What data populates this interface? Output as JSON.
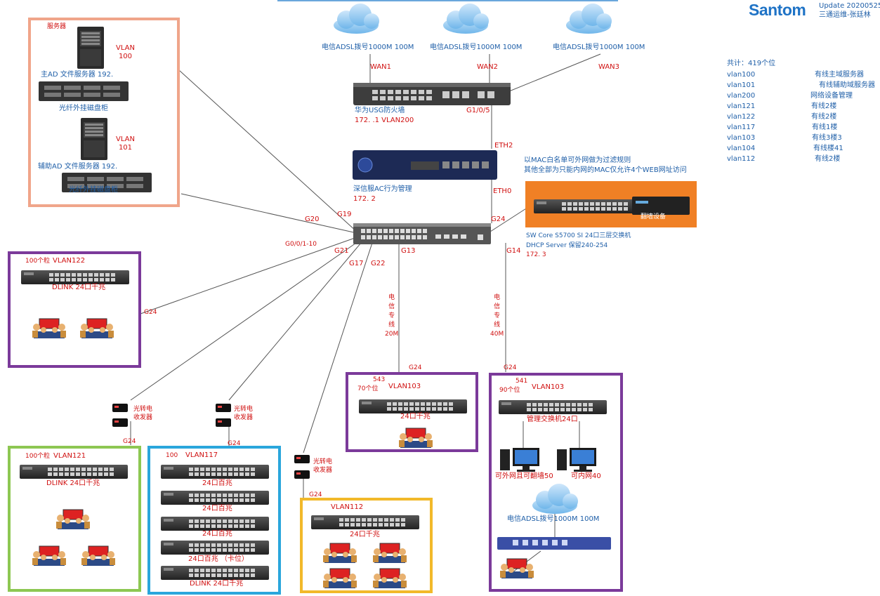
{
  "header": {
    "brand": "Santom",
    "update": "Update 20200525",
    "author": "三通运维-张廷林"
  },
  "legend": {
    "total": "共计：419个位",
    "rows": [
      {
        "vlan": "vlan100",
        "desc": "有线主域服务器"
      },
      {
        "vlan": "vlan101",
        "desc": "有线辅助域服务器"
      },
      {
        "vlan": "vlan200",
        "desc": "网络设备管理"
      },
      {
        "vlan": "vlan121",
        "desc": "有线2楼"
      },
      {
        "vlan": "vlan122",
        "desc": "有线2楼"
      },
      {
        "vlan": "vlan117",
        "desc": "有线1楼"
      },
      {
        "vlan": "vlan103",
        "desc": "有线3楼3"
      },
      {
        "vlan": "vlan104",
        "desc": "有线楼41"
      },
      {
        "vlan": "vlan112",
        "desc": "有线2楼"
      }
    ]
  },
  "wan": [
    {
      "label": "电信ADSL拨号1000M 100M",
      "port": "WAN1"
    },
    {
      "label": "电信ADSL拨号1000M 100M",
      "port": "WAN2"
    },
    {
      "label": "电信ADSL拨号1000M 100M",
      "port": "WAN3"
    }
  ],
  "firewall": {
    "name": "华为USG防火墙",
    "ip": "172.      .1  VLAN200",
    "port": "G1/0/5"
  },
  "ac": {
    "name": "深信服AC行为管理",
    "ip": "172.      2",
    "eth2": "ETH2",
    "eth0": "ETH0",
    "note1": "以MAC白名单可外网做为过滤规则",
    "note2": "其他全部为只能内网的MAC仅允许4个WEB网址访问"
  },
  "bypass": {
    "label": "翻墙设备"
  },
  "core": {
    "name": "SW Core S5700 SI 24口三层交换机",
    "dhcp": "DHCP Server 保留240-254",
    "ip": "172.      3"
  },
  "ports": {
    "g20": "G20",
    "g19": "G19",
    "g24": "G24",
    "g0": "G0/0/1-10",
    "g21": "G21",
    "g17": "G17",
    "g22": "G22",
    "g13": "G13",
    "g14": "G14"
  },
  "servers": {
    "title": "服务器",
    "vlan100": "VLAN\n100",
    "vlan101": "VLAN\n101",
    "main": "主AD 文件服务器  192.",
    "storage1": "光纤外挂磁盘柜",
    "aux": "辅助AD 文件服务器  192.",
    "storage2": "光纤外挂磁盘柜"
  },
  "vlan122": {
    "count": "100个粒",
    "vlan": "VLAN122",
    "switch": "DLINK 24口千兆",
    "port": "G24"
  },
  "vlan121": {
    "count": "100个粒",
    "vlan": "VLAN121",
    "switch": "DLINK 24口千兆",
    "port": "G24"
  },
  "vlan117": {
    "count": "100",
    "vlan": "VLAN117",
    "port": "G24",
    "switches": [
      "24口百兆",
      "24口百兆",
      "24口百兆",
      "24口百兆  （卡位）",
      "DLINK 24口千兆"
    ]
  },
  "vlan112": {
    "vlan": "VLAN112",
    "switch": "24口千兆",
    "port": "G24"
  },
  "vlan103": {
    "num": "543",
    "count": "70个位",
    "vlan": "VLAN103",
    "switch": "24口千兆",
    "port": "G24",
    "line": "电\n信\n专\n线\n20M"
  },
  "vlan104": {
    "num": "541",
    "count": "90个位",
    "vlan": "VLAN103",
    "switch": "管理交换机24口",
    "port": "G24",
    "line": "电\n信\n专\n线\n40M",
    "pc1": "可外网且可翻墙50",
    "pc2": "可内网40",
    "wan": "电信ADSL拨号1000M 100M"
  },
  "transceiver": "光转电\n收发器"
}
